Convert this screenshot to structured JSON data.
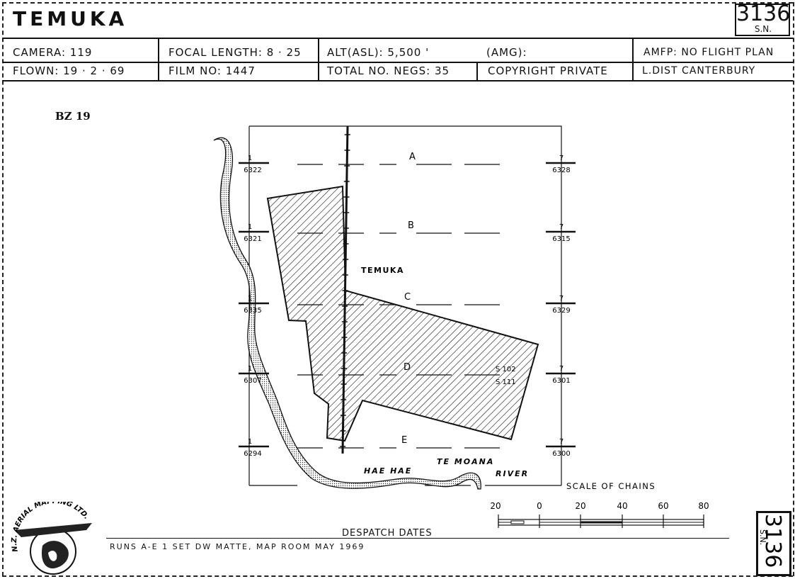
{
  "header": {
    "title": "TEMUKA",
    "sortie_number": "3136",
    "sortie_suffix": "S.N.",
    "row1": {
      "camera": "CAMERA:   119",
      "focal_length": "FOCAL LENGTH:  8 · 25",
      "altitude": "ALT(ASL): 5,500 '",
      "amg": "(AMG):",
      "amfp": "AMFP: NO FLIGHT PLAN"
    },
    "row2": {
      "flown": "FLOWN:  19 · 2 · 69",
      "film": "FILM NO:  1447",
      "total_negs": "TOTAL NO. NEGS: 35",
      "copyright": "COPYRIGHT PRIVATE",
      "land_district": "L.DIST CANTERBURY"
    }
  },
  "map": {
    "code": "BZ 19",
    "place": "TEMUKA",
    "runs": [
      {
        "label": "A",
        "left_top": "1",
        "left_bottom": "6322",
        "right_top": "7",
        "right_bottom": "6328"
      },
      {
        "label": "B",
        "left_top": "1",
        "left_bottom": "6321",
        "right_top": "7",
        "right_bottom": "6315"
      },
      {
        "label": "C",
        "left_top": "1",
        "left_bottom": "6335",
        "right_top": "7",
        "right_bottom": "6329"
      },
      {
        "label": "D",
        "left_top": "1",
        "left_bottom": "6307",
        "right_top": "7",
        "right_bottom": "6301"
      },
      {
        "label": "E",
        "left_top": "1",
        "left_bottom": "6294",
        "right_top": "7",
        "right_bottom": "6300"
      }
    ],
    "survey_marks": [
      "S 102",
      "S 111"
    ],
    "river_labels": [
      "HAE  HAE",
      "TE  MOANA",
      "RIVER"
    ],
    "scale": {
      "title": "SCALE  OF  CHAINS",
      "ticks": [
        "20",
        "0",
        "20",
        "40",
        "60",
        "80"
      ]
    }
  },
  "footer": {
    "despatch_title": "DESPATCH  DATES",
    "despatch_text": "RUNS   A-E   1  SET  DW  MATTE,     MAP  ROOM       MAY  1969",
    "logo_text": "N.Z. AERIAL MAPPING LTD.",
    "corner_number": "3136",
    "corner_suffix": "S.N."
  }
}
